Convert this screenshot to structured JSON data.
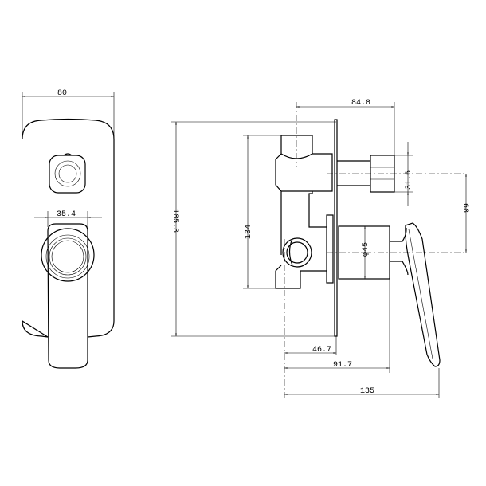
{
  "dimensions": {
    "front_width": "80",
    "front_handle_width": "35.4",
    "side_depth_button": "84.8",
    "side_total_height": "185.3",
    "side_body_height": "134",
    "side_button_height": "31.6",
    "side_button_to_handle": "68",
    "side_handle_diameter": "φ45",
    "side_body_depth": "46.7",
    "side_handle_depth": "91.7",
    "side_total_depth": "135"
  }
}
